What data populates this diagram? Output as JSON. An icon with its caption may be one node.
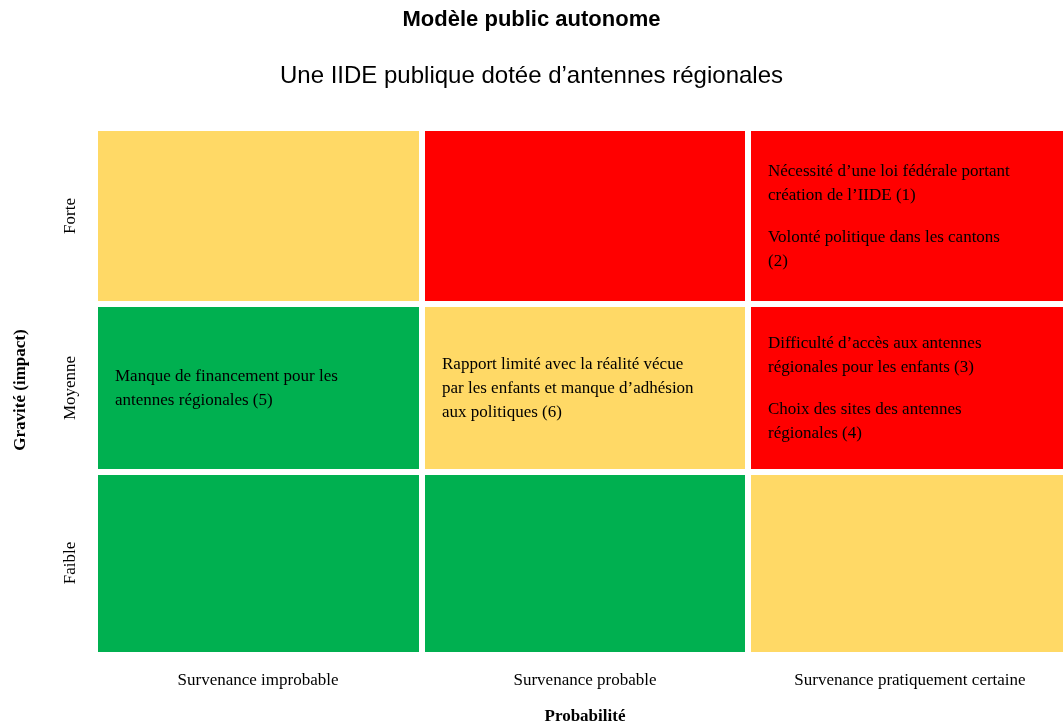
{
  "diagram": {
    "title": "Modèle public autonome",
    "caption": "Une IIDE publique dotée d’antennes régionales",
    "nodes": [
      {
        "text": [],
        "shape": "box"
      },
      {
        "text": [],
        "shape": "box"
      },
      {
        "text": [
          "Nécessité d’une loi fédérale portant création de l’IIDE (1)",
          "Volonté politique dans les cantons (2)"
        ]
      },
      {
        "text": [
          "Manque de financement pour les antennes régionales (5)"
        ]
      },
      {
        "text": [
          "Rapport limité avec la réalité vécue par les enfants et manque d’adhésion aux politiques (6)"
        ]
      },
      {
        "text": [
          "Difficulté d’accès aux antennes régionales pour les enfants (3)",
          "Choix des sites des antennes régionales (4)"
        ]
      },
      {
        "text": [],
        "shape": "box"
      },
      {
        "text": [],
        "shape": "box"
      },
      {
        "text": [],
        "shape": "box"
      }
    ],
    "edges": [],
    "labels": [
      "Gravité (impact)",
      "Forte",
      "Moyenne",
      "Faible",
      "Survenance improbable",
      "Survenance probable",
      "Survenance pratiquement certaine",
      "Probabilité"
    ]
  }
}
